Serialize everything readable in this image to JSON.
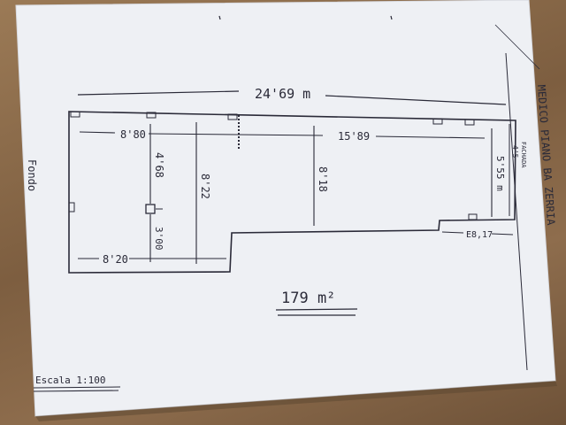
{
  "plan": {
    "total_length": "24'69 m",
    "dim_left_top": "8'80",
    "dim_middle": "15'89",
    "dim_v1": "4'68",
    "dim_v2": "8'22",
    "dim_v3": "8'18",
    "dim_small": "3'00",
    "dim_bottom_left": "8'20",
    "dim_right_v": "5'55 m",
    "dim_right_small": "4'5",
    "dim_bottom_right": "E8,17",
    "label_fondo": "Fondo",
    "label_fachada": "FACHADA",
    "street": "MEDICO PIANO BA ZERRIA",
    "area": "179 m²",
    "scale": "Escala 1:100"
  },
  "colors": {
    "ink": "#2a2a38",
    "paper": "#f1f2f6",
    "wood": "#8a6a4a"
  }
}
